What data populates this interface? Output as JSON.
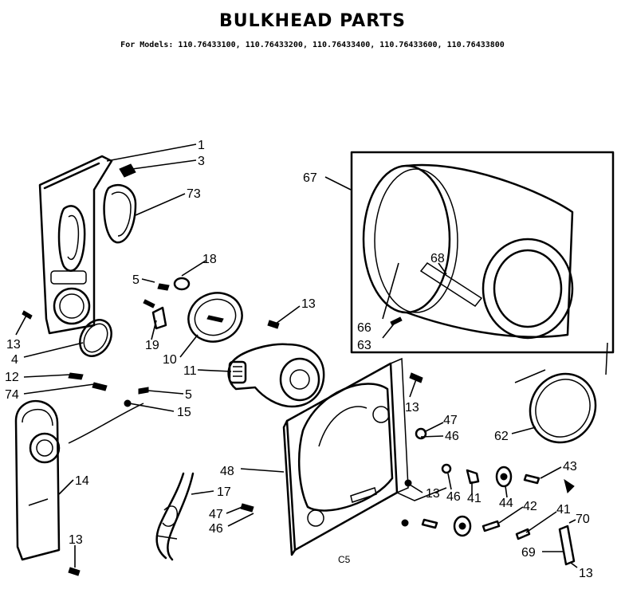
{
  "title": "BULKHEAD PARTS",
  "models_line": "For Models: 110.76433100, 110.76433200, 110.76433400, 110.76433600, 110.76433800",
  "footer_code": "C5",
  "callouts": {
    "c1": "1",
    "c3": "3",
    "c73": "73",
    "c13a": "13",
    "c4": "4",
    "c12": "12",
    "c74": "74",
    "c5a": "5",
    "c18": "18",
    "c19": "19",
    "c10": "10",
    "c11": "11",
    "c13b": "13",
    "c5b": "5",
    "c15": "15",
    "c14": "14",
    "c13c": "13",
    "c17": "17",
    "c47a": "47",
    "c46a": "46",
    "c48": "48",
    "c13d": "13",
    "c47b": "47",
    "c46b": "46",
    "c13e": "13",
    "c46c": "46",
    "c41a": "41",
    "c44": "44",
    "c42": "42",
    "c43": "43",
    "c41b": "41",
    "c70": "70",
    "c69": "69",
    "c13f": "13",
    "c67": "67",
    "c68": "68",
    "c66": "66",
    "c63": "63",
    "c62": "62"
  }
}
